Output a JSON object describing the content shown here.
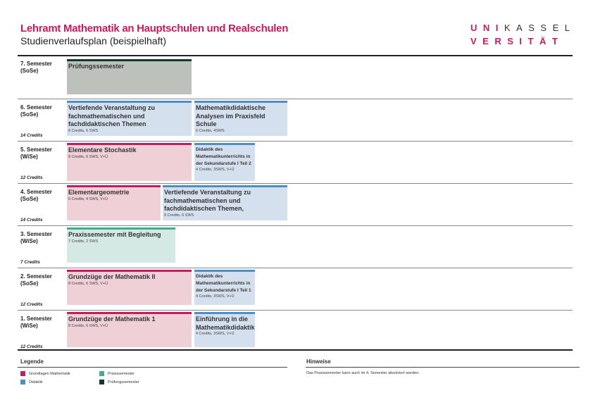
{
  "header": {
    "title": "Lehramt Mathematik an Hauptschulen und Realschulen",
    "subtitle": "Studienverlaufsplan (beispielhaft)",
    "logo_line1": "UNIKASSEL",
    "logo_line2": "VERSITÄT"
  },
  "semesters": [
    {
      "name": "7. Semester",
      "term": "(SoSe)",
      "credits": "",
      "modules": [
        {
          "name": "Prüfungssemester",
          "details": "",
          "category": "pruf"
        }
      ]
    },
    {
      "name": "6. Semester",
      "term": "(SoSe)",
      "credits": "14 Credits",
      "modules": [
        {
          "name": "Vertiefende Veranstaltung zu fachmathematischen und fachdidaktischen Themen",
          "details": "8 Credits, 6 SWS",
          "category": "did"
        },
        {
          "name": "Mathematikdidaktische Analysen im Praxisfeld Schule",
          "details": "6 Credits, 4SWS",
          "category": "did"
        }
      ]
    },
    {
      "name": "5. Semester",
      "term": "(WiSe)",
      "credits": "12 Credits",
      "modules": [
        {
          "name": "Elementare Stochastik",
          "details": "8 Credits, 6 SWS, V+Ü",
          "category": "math"
        },
        {
          "name": "Didaktik des Mathematikunterrichts in der Sekundarstufe I Teil 2",
          "details": "4 Credits, 3SWS, V+Ü",
          "category": "did"
        }
      ]
    },
    {
      "name": "4. Semester",
      "term": "(SoSe)",
      "credits": "14 Credits",
      "modules": [
        {
          "name": "Elementargeometrie",
          "details": "6 Credits, 4 SWS, V+Ü",
          "category": "math"
        },
        {
          "name": "Vertiefende Veranstaltung zu fachmathematischen und fachdidaktischen Themen,",
          "details": "8 Credits, 6 SWS",
          "category": "did"
        }
      ]
    },
    {
      "name": "3. Semester",
      "term": "(WiSe)",
      "credits": "7 Credits",
      "modules": [
        {
          "name": "Praxissemester mit Begleitung",
          "details": "7 Credits, 2 SWS",
          "category": "prax"
        }
      ]
    },
    {
      "name": "2. Semester",
      "term": "(SoSe)",
      "credits": "12 Credits",
      "modules": [
        {
          "name": "Grundzüge der Mathematik II",
          "details": "8 Credits, 6 SWS, V+Ü",
          "category": "math"
        },
        {
          "name": "Didaktik des Mathematikunterrichts in der Sekundarstufe I Teil 1",
          "details": "4 Credits, 3SWS, V+Ü",
          "category": "did"
        }
      ]
    },
    {
      "name": "1. Semester",
      "term": "(WiSe)",
      "credits": "12 Credits",
      "modules": [
        {
          "name": "Grundzüge der Mathematik 1",
          "details": "8 Credits, 6 SWS, V+Ü",
          "category": "math"
        },
        {
          "name": "Einführung in die Mathematikdidaktik",
          "details": "4 Credits, 3SWS, V+Ü",
          "category": "did"
        }
      ]
    }
  ],
  "legend": {
    "title": "Legende",
    "items": [
      {
        "label": "Grundlagen Mathematik",
        "color": "#c8185e"
      },
      {
        "label": "Didaktik",
        "color": "#4a8fca"
      },
      {
        "label": "Praxissemester",
        "color": "#40ad8e"
      },
      {
        "label": "Prüfungssemester",
        "color": "#0f3b28"
      }
    ]
  },
  "notes": {
    "title": "Hinweise",
    "text": "Das Praxissemester kann auch im 4. Semester absolviert werden."
  }
}
